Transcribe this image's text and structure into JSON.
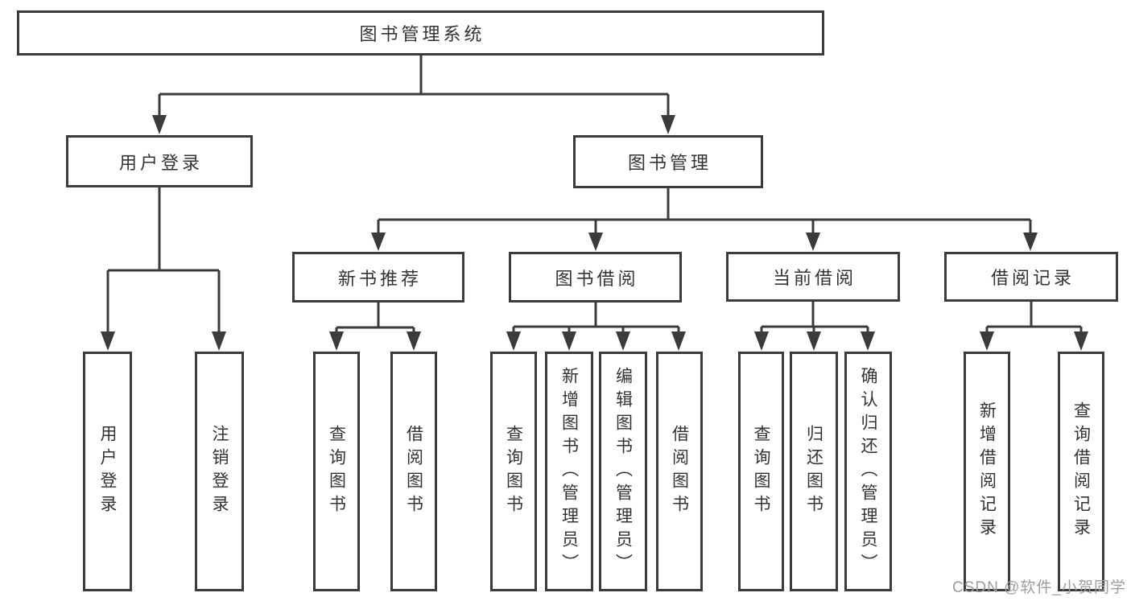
{
  "colors": {
    "line": "#3b3b3b",
    "box_border": "#3b3b3b",
    "box_fill": "#ffffff",
    "text": "#333333",
    "watermark": "#9e9e9e",
    "background": "#ffffff"
  },
  "watermark": {
    "text": "CSDN @软件_小贺同学"
  },
  "tree": {
    "label": "图书管理系统",
    "children": [
      {
        "label": "用户登录",
        "children": [
          {
            "label": "用户登录"
          },
          {
            "label": "注销登录"
          }
        ]
      },
      {
        "label": "图书管理",
        "children": [
          {
            "label": "新书推荐",
            "children": [
              {
                "label": "查询图书"
              },
              {
                "label": "借阅图书"
              }
            ]
          },
          {
            "label": "图书借阅",
            "children": [
              {
                "label": "查询图书"
              },
              {
                "label": "新增图书（管理员）"
              },
              {
                "label": "编辑图书（管理员）"
              },
              {
                "label": "借阅图书"
              }
            ]
          },
          {
            "label": "当前借阅",
            "children": [
              {
                "label": "查询图书"
              },
              {
                "label": "归还图书"
              },
              {
                "label": "确认归还（管理员）"
              }
            ]
          },
          {
            "label": "借阅记录",
            "children": [
              {
                "label": "新增借阅记录"
              },
              {
                "label": "查询借阅记录"
              }
            ]
          }
        ]
      }
    ]
  }
}
